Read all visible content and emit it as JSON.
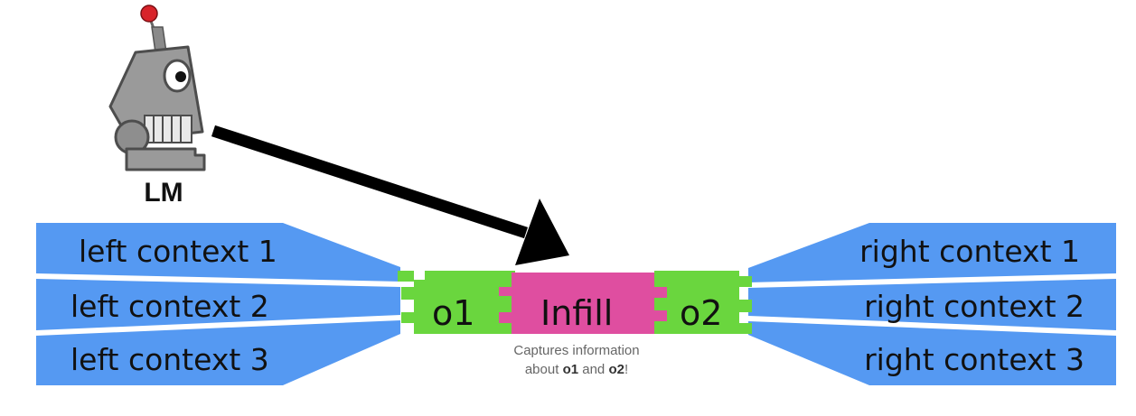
{
  "lm_label": "LM",
  "left_contexts": [
    "left context 1",
    "left context 2",
    "left context 3"
  ],
  "right_contexts": [
    "right context 1",
    "right context 2",
    "right context 3"
  ],
  "o1_label": "o1",
  "infill_label": "Infill",
  "o2_label": "o2",
  "caption": {
    "line1": "Captures information",
    "line2_a": "about ",
    "line2_o1": "o1",
    "line2_and": " and ",
    "line2_o2": "o2",
    "line2_end": "!"
  },
  "colors": {
    "context_blue": "#5599f2",
    "outcome_green": "#6ad63e",
    "infill_pink": "#df4ea0",
    "robot_gray": "#9a9a9a",
    "robot_antenna_red": "#d8232a",
    "arrow": "#000000"
  },
  "icons": [
    "robot-icon",
    "arrow-icon"
  ]
}
